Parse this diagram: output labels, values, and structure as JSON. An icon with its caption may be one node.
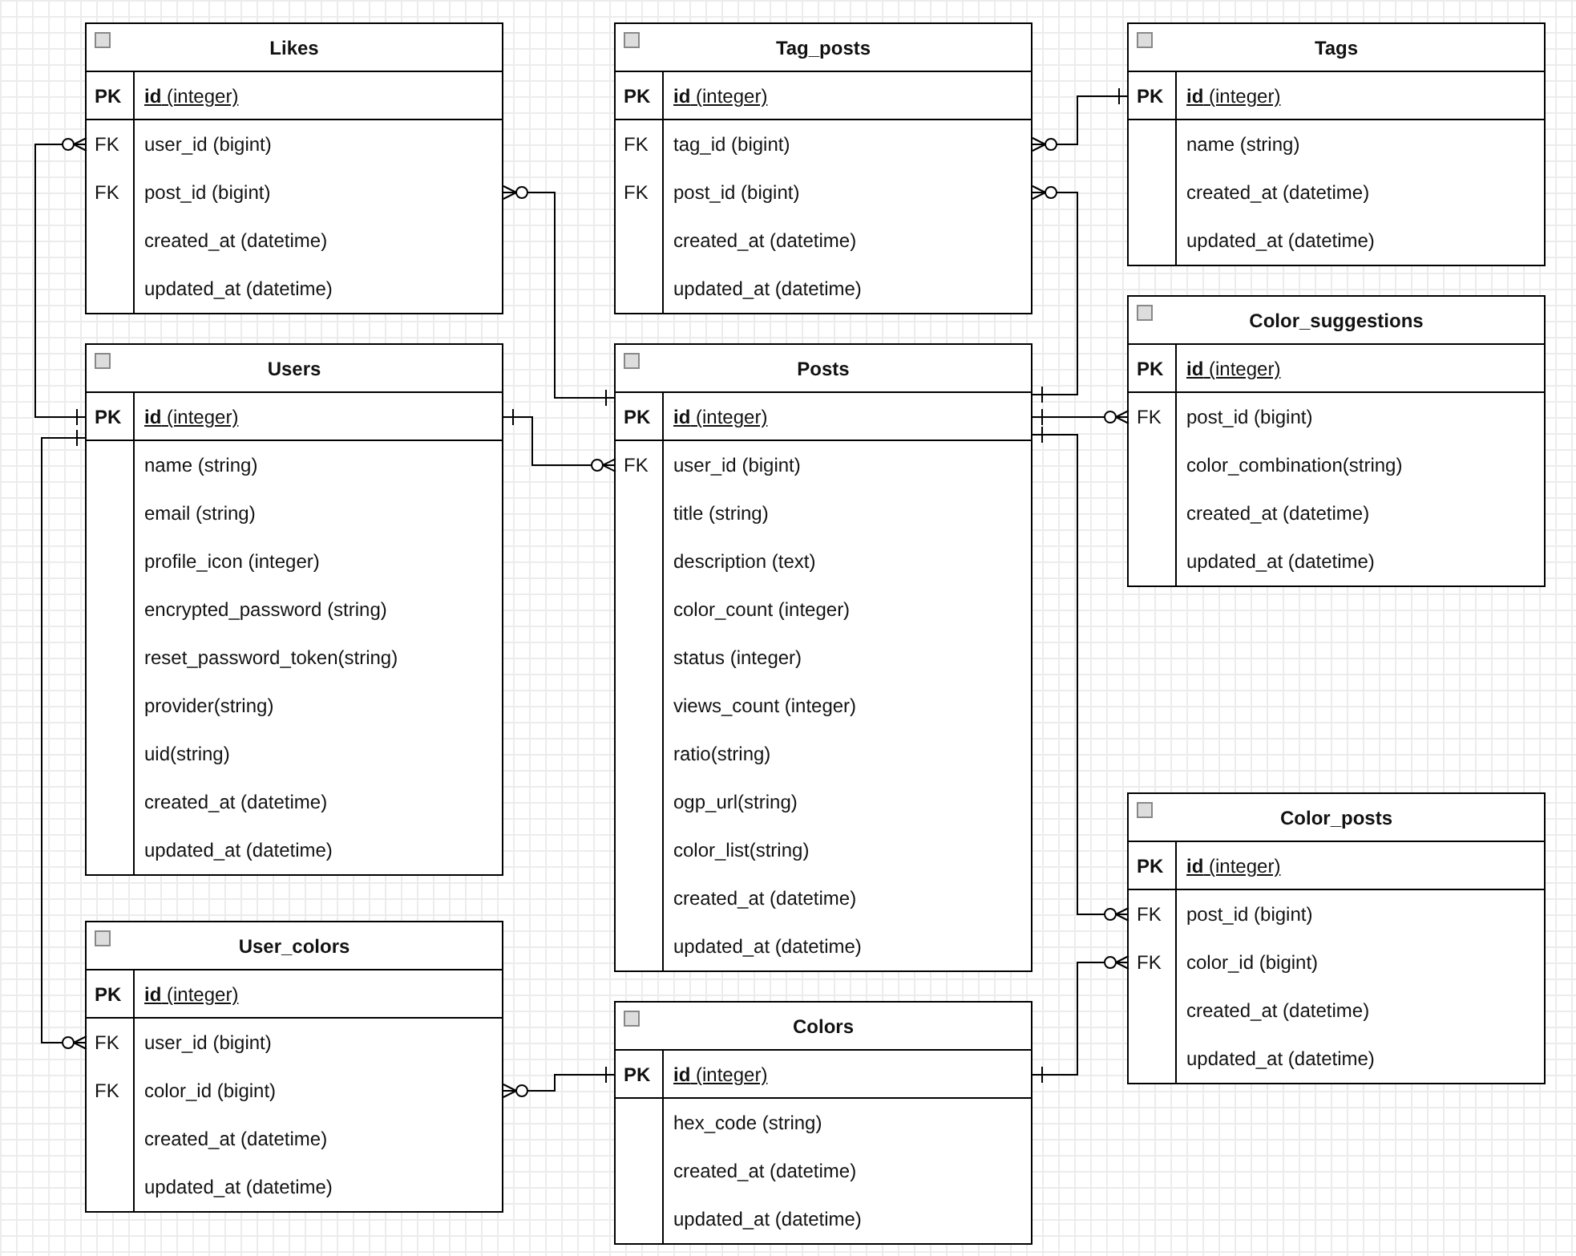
{
  "diagram": {
    "nodes": [
      {
        "text": [
          "Likes"
        ]
      },
      {
        "text": [
          "PK",
          "**id** (integer)"
        ],
        "in": 0
      },
      {
        "text": [
          "FK",
          "user_id (bigint)"
        ],
        "in": 0
      },
      {
        "text": [
          "FK",
          "post_id (bigint)"
        ],
        "in": 0
      },
      {
        "text": [
          "created_at (datetime)"
        ],
        "in": 0
      },
      {
        "text": [
          "updated_at (datetime)"
        ],
        "in": 0
      },
      {
        "text": [
          "Tag_posts"
        ]
      },
      {
        "text": [
          "PK",
          "**id** (integer)"
        ],
        "in": 6
      },
      {
        "text": [
          "FK",
          "tag_id (bigint)"
        ],
        "in": 6
      },
      {
        "text": [
          "FK",
          "post_id (bigint)"
        ],
        "in": 6
      },
      {
        "text": [
          "created_at (datetime)"
        ],
        "in": 6
      },
      {
        "text": [
          "updated_at (datetime)"
        ],
        "in": 6
      },
      {
        "text": [
          "Tags"
        ]
      },
      {
        "text": [
          "PK",
          "**id** (integer)"
        ],
        "in": 12
      },
      {
        "text": [
          "name (string)"
        ],
        "in": 12
      },
      {
        "text": [
          "created_at (datetime)"
        ],
        "in": 12
      },
      {
        "text": [
          "updated_at (datetime)"
        ],
        "in": 12
      },
      {
        "text": [
          "Users"
        ]
      },
      {
        "text": [
          "PK",
          "**id** (integer)"
        ],
        "in": 17
      },
      {
        "text": [
          "name (string)"
        ],
        "in": 17
      },
      {
        "text": [
          "email (string)"
        ],
        "in": 17
      },
      {
        "text": [
          "profile_icon (integer)"
        ],
        "in": 17
      },
      {
        "text": [
          "encrypted_password (string)"
        ],
        "in": 17
      },
      {
        "text": [
          "reset_password_token(string)"
        ],
        "in": 17
      },
      {
        "text": [
          "provider(string)"
        ],
        "in": 17
      },
      {
        "text": [
          "uid(string)"
        ],
        "in": 17
      },
      {
        "text": [
          "created_at (datetime)"
        ],
        "in": 17
      },
      {
        "text": [
          "updated_at (datetime)"
        ],
        "in": 17
      },
      {
        "text": [
          "Posts"
        ]
      },
      {
        "text": [
          "PK",
          "**id** (integer)"
        ],
        "in": 28
      },
      {
        "text": [
          "FK",
          "user_id (bigint)"
        ],
        "in": 28
      },
      {
        "text": [
          "title (string)"
        ],
        "in": 28
      },
      {
        "text": [
          "description (text)"
        ],
        "in": 28
      },
      {
        "text": [
          "color_count (integer)"
        ],
        "in": 28
      },
      {
        "text": [
          "status (integer)"
        ],
        "in": 28
      },
      {
        "text": [
          "views_count (integer)"
        ],
        "in": 28
      },
      {
        "text": [
          "ratio(string)"
        ],
        "in": 28
      },
      {
        "text": [
          "ogp_url(string)"
        ],
        "in": 28
      },
      {
        "text": [
          "color_list(string)"
        ],
        "in": 28
      },
      {
        "text": [
          "created_at (datetime)"
        ],
        "in": 28
      },
      {
        "text": [
          "updated_at (datetime)"
        ],
        "in": 28
      },
      {
        "text": [
          "Color_suggestions"
        ]
      },
      {
        "text": [
          "PK",
          "**id** (integer)"
        ],
        "in": 41
      },
      {
        "text": [
          "FK",
          "post_id (bigint)"
        ],
        "in": 41
      },
      {
        "text": [
          "color_combination(string)"
        ],
        "in": 41
      },
      {
        "text": [
          "created_at (datetime)"
        ],
        "in": 41
      },
      {
        "text": [
          "updated_at (datetime)"
        ],
        "in": 41
      },
      {
        "text": [
          "Color_posts"
        ]
      },
      {
        "text": [
          "PK",
          "**id** (integer)"
        ],
        "in": 47
      },
      {
        "text": [
          "FK",
          "post_id (bigint)"
        ],
        "in": 47
      },
      {
        "text": [
          "FK",
          "color_id (bigint)"
        ],
        "in": 47
      },
      {
        "text": [
          "created_at (datetime)"
        ],
        "in": 47
      },
      {
        "text": [
          "updated_at (datetime)"
        ],
        "in": 47
      },
      {
        "text": [
          "User_colors"
        ]
      },
      {
        "text": [
          "PK",
          "**id** (integer)"
        ],
        "in": 53
      },
      {
        "text": [
          "FK",
          "user_id (bigint)"
        ],
        "in": 53
      },
      {
        "text": [
          "FK",
          "color_id (bigint)"
        ],
        "in": 53
      },
      {
        "text": [
          "created_at (datetime)"
        ],
        "in": 53
      },
      {
        "text": [
          "updated_at (datetime)"
        ],
        "in": 53
      },
      {
        "text": [
          "Colors"
        ]
      },
      {
        "text": [
          "PK",
          "**id** (integer)"
        ],
        "in": 59
      },
      {
        "text": [
          "hex_code (string)"
        ],
        "in": 59
      },
      {
        "text": [
          "created_at (datetime)"
        ],
        "in": 59
      },
      {
        "text": [
          "updated_at (datetime)"
        ],
        "in": 59
      }
    ],
    "edges": [
      {
        "from": 2,
        "to": 18,
        "arrow": "other"
      },
      {
        "from": 3,
        "to": 29,
        "arrow": "other"
      },
      {
        "from": 8,
        "to": 13,
        "arrow": "other"
      },
      {
        "from": 9,
        "to": 29,
        "arrow": "other"
      },
      {
        "from": 43,
        "to": 29,
        "arrow": "other"
      },
      {
        "from": 30,
        "to": 18,
        "arrow": "other"
      },
      {
        "from": 55,
        "to": 18,
        "arrow": "other"
      },
      {
        "from": 49,
        "to": 29,
        "arrow": "other"
      },
      {
        "from": 50,
        "to": 60,
        "arrow": "other"
      },
      {
        "from": 56,
        "to": 60,
        "arrow": "other"
      }
    ]
  }
}
